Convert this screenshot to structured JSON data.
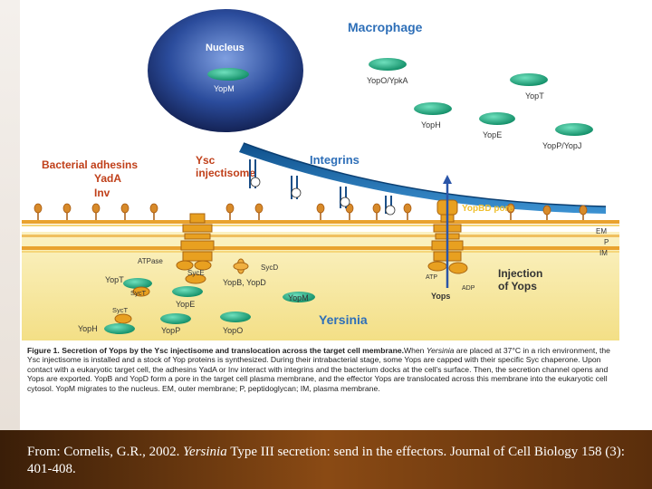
{
  "figure": {
    "labels": {
      "macrophage": "Macrophage",
      "nucleus": "Nucleus",
      "yopm_nucleus": "YopM",
      "yopo_ypka": "YopO/YpkA",
      "yopt_host": "YopT",
      "yoph_host": "YopH",
      "yope_host": "YopE",
      "yopp_yopj": "YopP/YopJ",
      "integrins": "Integrins",
      "bacterial_adhesins": "Bacterial adhesins",
      "yada": "YadA",
      "inv": "Inv",
      "ysc_injectisome": "Ysc\ninjectisome",
      "yopbd_pore": "YopBD pore",
      "em": "EM",
      "p": "P",
      "im": "IM",
      "atpase": "ATPase",
      "syce": "SycE",
      "sycd": "SycD",
      "yopt_bact": "YopT",
      "syct1": "SycT",
      "yope_bact": "YopE",
      "yopb_yopd": "YopB, YopD",
      "yopm_bact": "YopM",
      "syct2": "SycT",
      "yoph_bact": "YopH",
      "yopp_bact": "YopP",
      "yopo_bact": "YopO",
      "yersinia": "Yersinia",
      "atp": "ATP",
      "adp": "ADP",
      "yops": "Yops",
      "injection_of_yops": "Injection\nof Yops"
    },
    "colors": {
      "host_bg": "#ffffff",
      "nucleus_dark": "#1a2f6b",
      "nucleus_light": "#6e8fd0",
      "membrane": "#1b6fb0",
      "yop_green": "#14a27a",
      "title_blue": "#2e6fb8",
      "adhesin_red": "#c0401a",
      "bacteria_yellow": "#f6e9a6",
      "injectisome_orange": "#e8a020",
      "outer_membrane_orange": "#f0a030"
    }
  },
  "caption": {
    "figure_label": "Figure 1.",
    "title": "Secretion of Yops by the Ysc injectisome and translocation across the target cell membrane.",
    "body_1": "When ",
    "body_italic": "Yersinia",
    "body_2": " are placed at 37°C in a rich environment, the Ysc injectisome is installed and a stock of Yop proteins is synthesized. During their intrabacterial stage, some Yops are capped with their specific Syc chaperone. Upon contact with a eukaryotic target cell, the adhesins YadA or Inv interact with integrins and the bacterium docks at the cell's surface. Then, the secretion channel opens and Yops are exported. YopB and YopD form a pore in the target cell plasma membrane, and the effector Yops are translocated across this membrane into the eukaryotic cell cytosol. YopM migrates to the nucleus. EM, outer membrane; P, peptidoglycan; IM, plasma membrane."
  },
  "footer": {
    "from": "From: Cornelis, G.R., 2002. ",
    "title_italic": "Yersinia",
    "title_rest": " Type III secretion: send in the effectors.  Journal of Cell Biology 158 (3): 401-408."
  }
}
